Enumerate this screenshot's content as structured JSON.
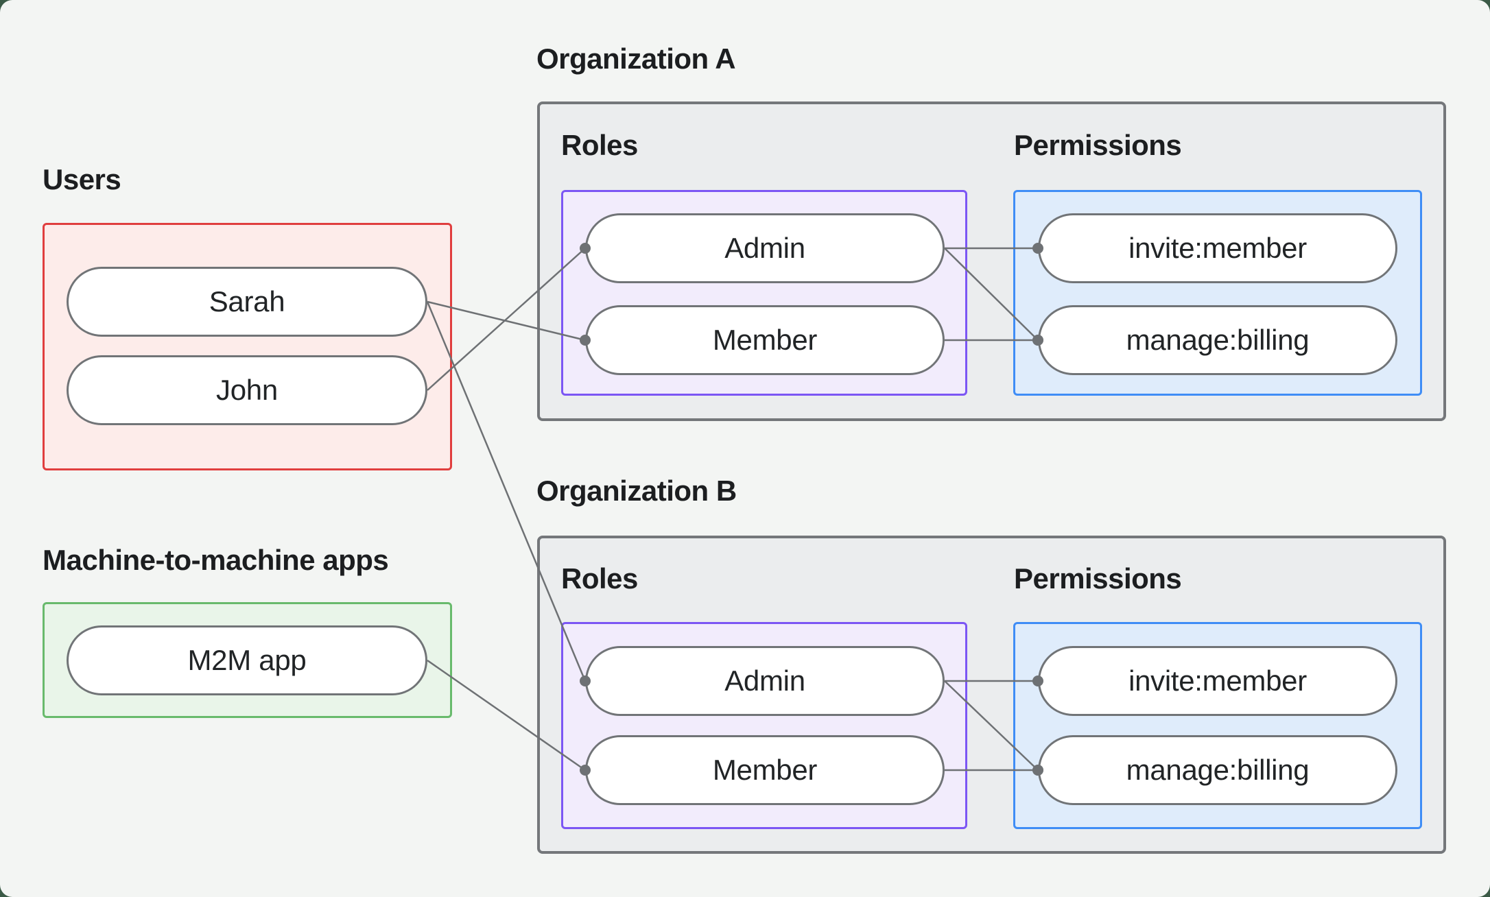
{
  "colors": {
    "page_behind": "#3b5a46",
    "canvas_background": "#f3f5f3",
    "users_border": "#e03e3e",
    "users_fill": "#fdecea",
    "m2m_border": "#68ba6c",
    "m2m_fill": "#e9f5e9",
    "org_border": "#74777a",
    "org_fill": "#ebedee",
    "roles_border": "#7c56f4",
    "roles_fill": "#f2ecfc",
    "permissions_border": "#3f8df6",
    "permissions_fill": "#dfecfb",
    "pill_border": "#717477",
    "pill_fill": "#ffffff",
    "connector": "#6e7174",
    "text": "#1c1e20"
  },
  "users": {
    "label": "Users",
    "nodes": [
      {
        "id": "sarah",
        "label": "Sarah"
      },
      {
        "id": "john",
        "label": "John"
      }
    ]
  },
  "m2m": {
    "label": "Machine-to-machine apps",
    "nodes": [
      {
        "id": "m2m-app",
        "label": "M2M app"
      }
    ]
  },
  "organizations": [
    {
      "id": "orgA",
      "label": "Organization A",
      "roles_label": "Roles",
      "permissions_label": "Permissions",
      "roles": [
        {
          "id": "orgA-admin",
          "label": "Admin"
        },
        {
          "id": "orgA-member",
          "label": "Member"
        }
      ],
      "permissions": [
        {
          "id": "orgA-invite",
          "label": "invite:member"
        },
        {
          "id": "orgA-billing",
          "label": "manage:billing"
        }
      ]
    },
    {
      "id": "orgB",
      "label": "Organization B",
      "roles_label": "Roles",
      "permissions_label": "Permissions",
      "roles": [
        {
          "id": "orgB-admin",
          "label": "Admin"
        },
        {
          "id": "orgB-member",
          "label": "Member"
        }
      ],
      "permissions": [
        {
          "id": "orgB-invite",
          "label": "invite:member"
        },
        {
          "id": "orgB-billing",
          "label": "manage:billing"
        }
      ]
    }
  ],
  "connections": [
    {
      "from": "sarah",
      "to": "orgA-member"
    },
    {
      "from": "john",
      "to": "orgA-admin"
    },
    {
      "from": "sarah",
      "to": "orgB-admin"
    },
    {
      "from": "m2m-app",
      "to": "orgB-member"
    },
    {
      "from": "orgA-admin",
      "to": "orgA-invite"
    },
    {
      "from": "orgA-admin",
      "to": "orgA-billing"
    },
    {
      "from": "orgA-member",
      "to": "orgA-billing"
    },
    {
      "from": "orgB-admin",
      "to": "orgB-invite"
    },
    {
      "from": "orgB-admin",
      "to": "orgB-billing"
    },
    {
      "from": "orgB-member",
      "to": "orgB-billing"
    }
  ]
}
